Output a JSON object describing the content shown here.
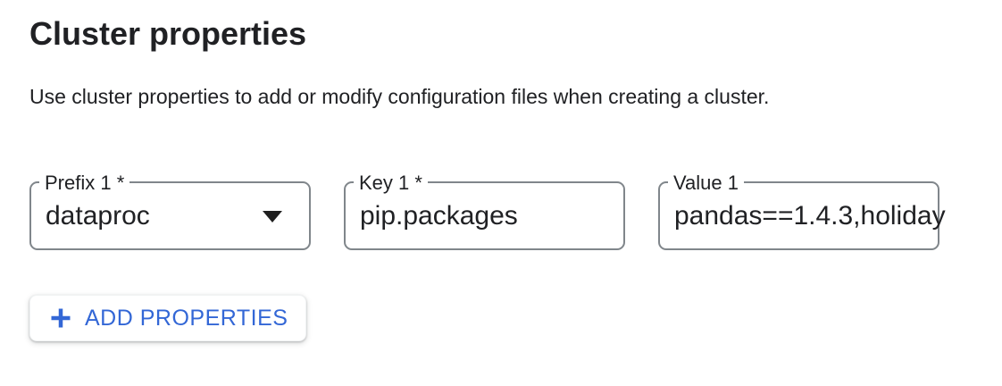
{
  "cluster_properties": {
    "title": "Cluster properties",
    "description": "Use cluster properties to add or modify configuration files when creating a cluster.",
    "fields": [
      {
        "label": "Prefix 1 *",
        "value": "dataproc"
      },
      {
        "label": "Key 1 *",
        "value": "pip.packages"
      },
      {
        "label": "Value 1",
        "value": "pandas==1.4.3,holiday"
      }
    ],
    "add_button": {
      "icon": "+",
      "label": "ADD PROPERTIES"
    }
  },
  "colors": {
    "accent_blue": "#3367d6",
    "text_primary": "#202124",
    "field_border": "#80868b",
    "background": "#ffffff"
  }
}
